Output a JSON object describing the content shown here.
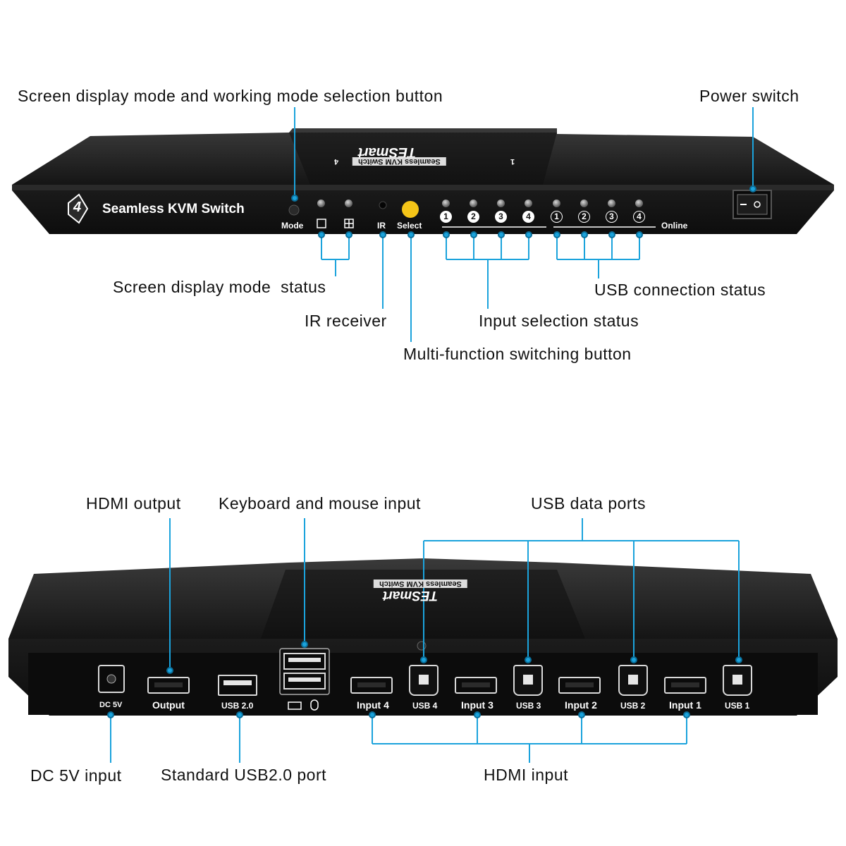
{
  "front": {
    "brand": "TESmart",
    "brand_sub": "Seamless KVM Switch",
    "brand_n1": "4",
    "brand_n2": "1",
    "product_name": "Seamless KVM Switch",
    "logo_digit": "4",
    "mode_label": "Mode",
    "ir_label": "IR",
    "select_label": "Select",
    "online_label": "Online",
    "input_numbers": [
      "1",
      "2",
      "3",
      "4"
    ],
    "online_numbers": [
      "1",
      "2",
      "3",
      "4"
    ],
    "callouts": {
      "mode_button": "Screen display mode and working mode selection button",
      "power_switch": "Power switch",
      "display_status": "Screen display mode  status",
      "ir_receiver": "IR receiver",
      "input_status": "Input selection status",
      "usb_status": "USB connection status",
      "multi_button": "Multi-function switching button"
    }
  },
  "rear": {
    "brand": "TESmart",
    "brand_sub": "Seamless KVM Switch",
    "ports": {
      "dc": "DC 5V",
      "output": "Output",
      "usb20": "USB 2.0",
      "input4": "Input 4",
      "usb4": "USB 4",
      "input3": "Input 3",
      "usb3": "USB 3",
      "input2": "Input 2",
      "usb2": "USB 2",
      "input1": "Input 1",
      "usb1": "USB 1"
    },
    "callouts": {
      "hdmi_output": "HDMI output",
      "kb_mouse": "Keyboard and mouse input",
      "usb_data": "USB data ports",
      "dc_input": "DC 5V input",
      "std_usb": "Standard USB2.0 port",
      "hdmi_input": "HDMI input"
    }
  },
  "colors": {
    "accent": "#1ba3dc",
    "device_body": "#151515",
    "select_button": "#f5c518"
  }
}
